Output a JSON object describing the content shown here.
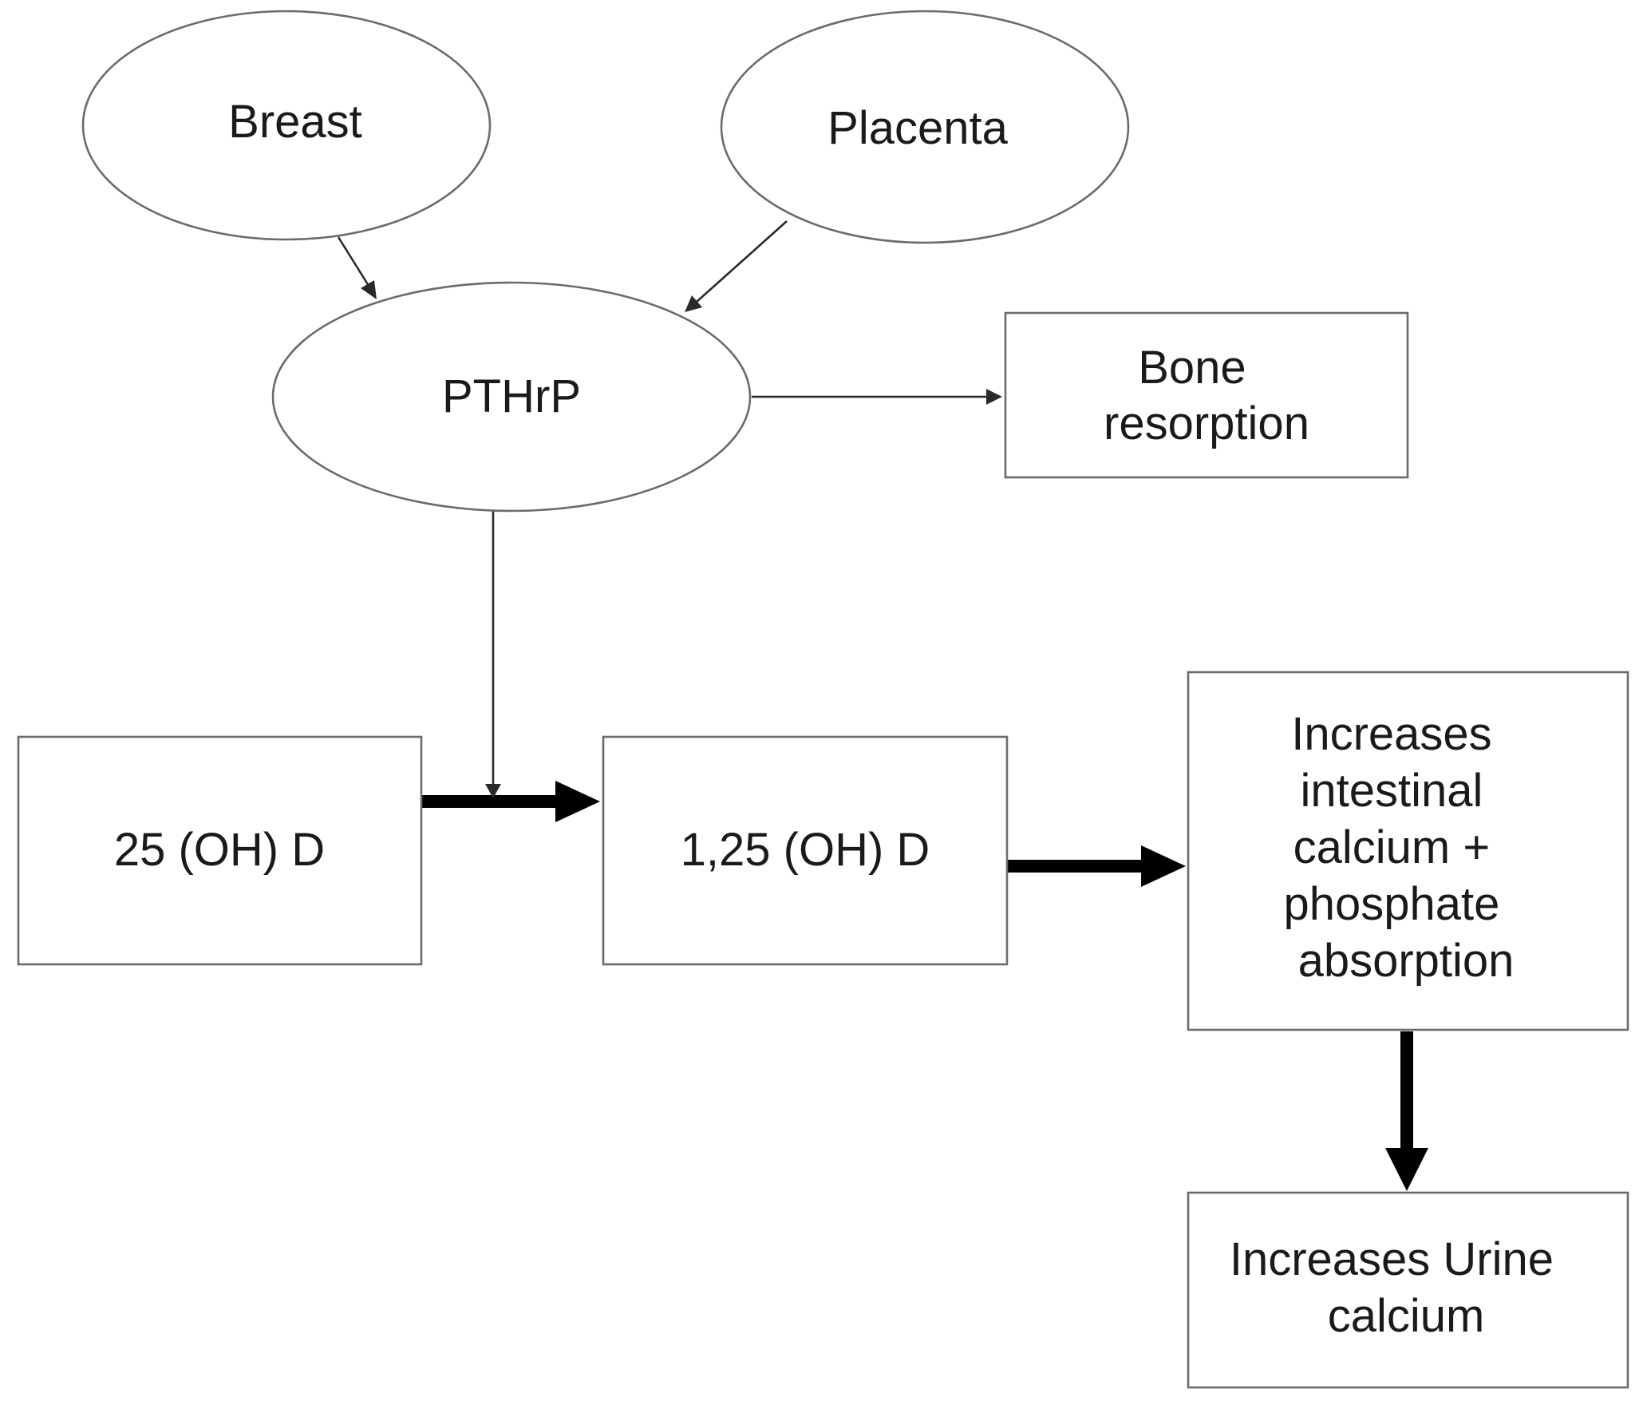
{
  "nodes": {
    "breast": {
      "label": "Breast"
    },
    "placenta": {
      "label": "Placenta"
    },
    "pthrp": {
      "label": "PTHrP"
    },
    "bone_resorption": {
      "lines": [
        "Bone",
        "resorption"
      ]
    },
    "d25": {
      "label": "25 (OH) D"
    },
    "d125": {
      "label": "1,25 (OH) D"
    },
    "absorption": {
      "lines": [
        "Increases",
        "intestinal",
        "calcium +",
        "phosphate",
        "absorption"
      ]
    },
    "urine": {
      "lines": [
        "Increases Urine",
        "calcium"
      ]
    }
  },
  "edges": [
    {
      "from": "Breast",
      "to": "PTHrP",
      "style": "thin"
    },
    {
      "from": "Placenta",
      "to": "PTHrP",
      "style": "thin"
    },
    {
      "from": "PTHrP",
      "to": "Bone resorption",
      "style": "thin"
    },
    {
      "from": "PTHrP",
      "to": "25 (OH) D → 1,25 (OH) D conversion",
      "style": "thin"
    },
    {
      "from": "25 (OH) D",
      "to": "1,25 (OH) D",
      "style": "thick"
    },
    {
      "from": "1,25 (OH) D",
      "to": "Increases intestinal calcium + phosphate absorption",
      "style": "thick"
    },
    {
      "from": "Increases intestinal calcium + phosphate absorption",
      "to": "Increases Urine calcium",
      "style": "thick"
    }
  ],
  "colors": {
    "node_border": "#6b6b6b",
    "text": "#1a1a1a",
    "arrow": "#000000",
    "background": "#ffffff"
  }
}
